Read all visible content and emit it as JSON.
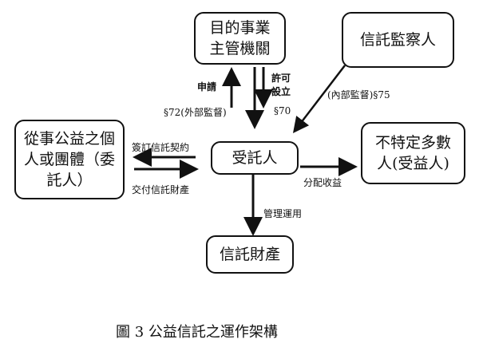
{
  "nodes": {
    "authority": "目的事業主管機關",
    "supervisor": "信託監察人",
    "settlor": "從事公益之個人或團體（委託人）",
    "trustee": "受託人",
    "beneficiary": "不特定多數人(受益人)",
    "property": "信託財產"
  },
  "edges": {
    "apply": "申請",
    "permit": "許可設立",
    "art72": "§72(外部監督)",
    "art70": "§70",
    "art75": "(內部監督)§75",
    "contract": "簽訂信託契約",
    "deliver": "交付信託財產",
    "distribute": "分配收益",
    "manage": "管理運用"
  },
  "caption": "圖 3  公益信託之運作架構"
}
